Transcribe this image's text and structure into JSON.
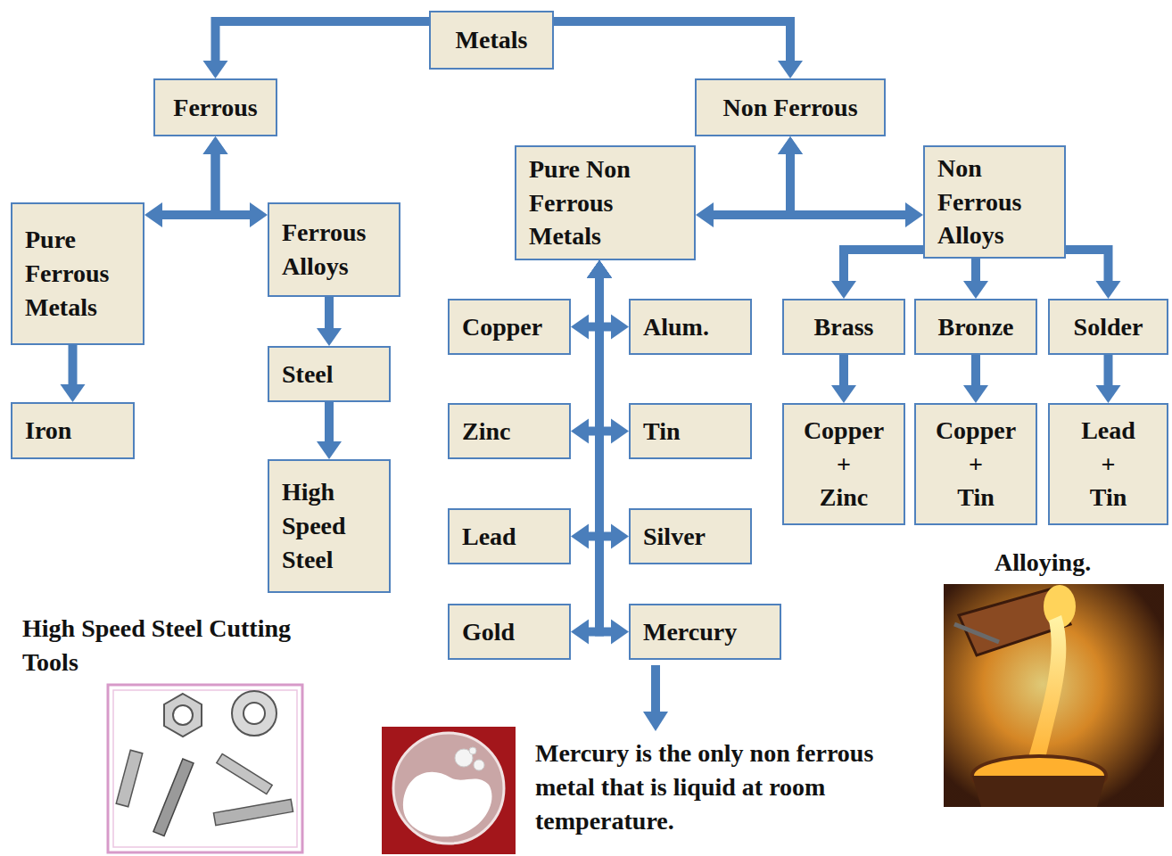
{
  "diagram": {
    "nodes": [
      {
        "text": [
          "Metals"
        ]
      },
      {
        "text": [
          "Ferrous"
        ]
      },
      {
        "text": [
          "Non Ferrous"
        ]
      },
      {
        "text": [
          "Pure Ferrous Metals"
        ]
      },
      {
        "text": [
          "Ferrous Alloys"
        ]
      },
      {
        "text": [
          "Pure Non Ferrous Metals"
        ]
      },
      {
        "text": [
          "Non Ferrous Alloys"
        ]
      },
      {
        "text": [
          "Copper"
        ]
      },
      {
        "text": [
          "Alum."
        ]
      },
      {
        "text": [
          "Brass"
        ]
      },
      {
        "text": [
          "Bronze"
        ]
      },
      {
        "text": [
          "Solder"
        ]
      },
      {
        "text": [
          "Steel"
        ]
      },
      {
        "text": [
          "Iron"
        ]
      },
      {
        "text": [
          "Zinc"
        ]
      },
      {
        "text": [
          "Tin"
        ]
      },
      {
        "text": [
          "Copper + Zinc"
        ]
      },
      {
        "text": [
          "Copper + Tin"
        ]
      },
      {
        "text": [
          "Lead + Tin"
        ]
      },
      {
        "text": [
          "High Speed Steel"
        ]
      },
      {
        "text": [
          "Lead"
        ]
      },
      {
        "text": [
          "Silver"
        ]
      },
      {
        "text": [
          "Gold"
        ]
      },
      {
        "text": [
          "Mercury"
        ]
      }
    ],
    "edges": [
      {
        "from": 0,
        "to": 1,
        "arrow": "to"
      },
      {
        "from": 0,
        "to": 2,
        "arrow": "to"
      },
      {
        "from": 1,
        "to": 3,
        "arrow": "both"
      },
      {
        "from": 1,
        "to": 4,
        "arrow": "both"
      },
      {
        "from": 2,
        "to": 5,
        "arrow": "both"
      },
      {
        "from": 2,
        "to": 6,
        "arrow": "both"
      },
      {
        "from": 3,
        "to": 13,
        "arrow": "to"
      },
      {
        "from": 4,
        "to": 12,
        "arrow": "to"
      },
      {
        "from": 12,
        "to": 19,
        "arrow": "to"
      },
      {
        "from": 5,
        "to": 7,
        "arrow": "both"
      },
      {
        "from": 5,
        "to": 8,
        "arrow": "both"
      },
      {
        "from": 5,
        "to": 14,
        "arrow": "both"
      },
      {
        "from": 5,
        "to": 15,
        "arrow": "both"
      },
      {
        "from": 5,
        "to": 20,
        "arrow": "both"
      },
      {
        "from": 5,
        "to": 21,
        "arrow": "both"
      },
      {
        "from": 5,
        "to": 22,
        "arrow": "both"
      },
      {
        "from": 5,
        "to": 23,
        "arrow": "both"
      },
      {
        "from": 6,
        "to": 9,
        "arrow": "to"
      },
      {
        "from": 6,
        "to": 10,
        "arrow": "to"
      },
      {
        "from": 6,
        "to": 11,
        "arrow": "to"
      },
      {
        "from": 9,
        "to": 16,
        "arrow": "to"
      },
      {
        "from": 10,
        "to": 17,
        "arrow": "to"
      },
      {
        "from": 11,
        "to": 18,
        "arrow": "to"
      }
    ],
    "labels": [
      "High Speed Steel Cutting Tools",
      "Mercury is the only non ferrous metal that is liquid at room temperature.",
      "Alloying."
    ]
  }
}
